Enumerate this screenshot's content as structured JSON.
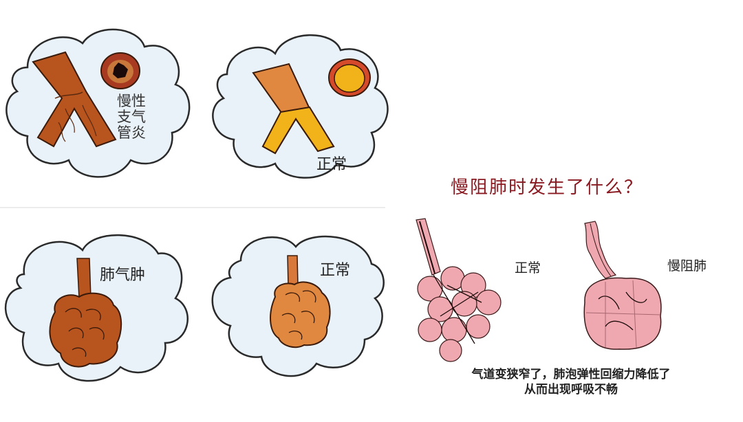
{
  "top_row": {
    "bronchitis_panel": {
      "label": "慢性支气管炎",
      "label_lines": [
        "慢性",
        "支气",
        "管炎"
      ]
    },
    "normal_bronchus_panel": {
      "label": "正常"
    }
  },
  "bottom_row": {
    "emphysema_panel": {
      "label": "肺气肿"
    },
    "normal_alveoli_panel": {
      "label": "正常"
    }
  },
  "right_panel": {
    "title": "慢阻肺时发生了什么？",
    "normal_label": "正常",
    "copd_label": "慢阻肺",
    "caption_line1": "气道变狭窄了，肺泡弹性回缩力降低了",
    "caption_line2": "从而出现呼吸不畅"
  },
  "colors": {
    "cloud_fill": "#e9f2f8",
    "cloud_stroke": "#2a2a2a",
    "diseased_brown": "#b8541e",
    "normal_orange": "#e08840",
    "normal_yellow": "#f2b21a",
    "alveoli_pink": "#f0a8b0",
    "title_red": "#8a1a22"
  }
}
